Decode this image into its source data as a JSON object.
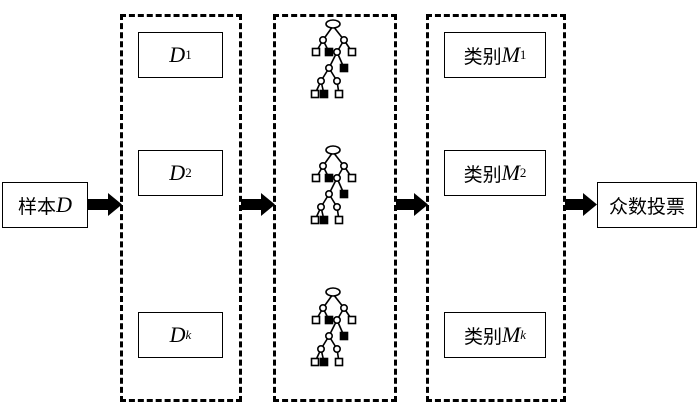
{
  "input": {
    "prefix": "样本",
    "var": "D"
  },
  "subsets": [
    {
      "var": "D",
      "sub": "1",
      "sub_italic": false
    },
    {
      "var": "D",
      "sub": "2",
      "sub_italic": false
    },
    {
      "var": "D",
      "sub": "k",
      "sub_italic": true
    }
  ],
  "trees": [
    "decision-tree-1",
    "decision-tree-2",
    "decision-tree-k"
  ],
  "classes": [
    {
      "prefix": "类别",
      "var": "M",
      "sub": "1",
      "sub_italic": false
    },
    {
      "prefix": "类别",
      "var": "M",
      "sub": "2",
      "sub_italic": false
    },
    {
      "prefix": "类别",
      "var": "M",
      "sub": "k",
      "sub_italic": true
    }
  ],
  "output": {
    "label": "众数投票"
  }
}
